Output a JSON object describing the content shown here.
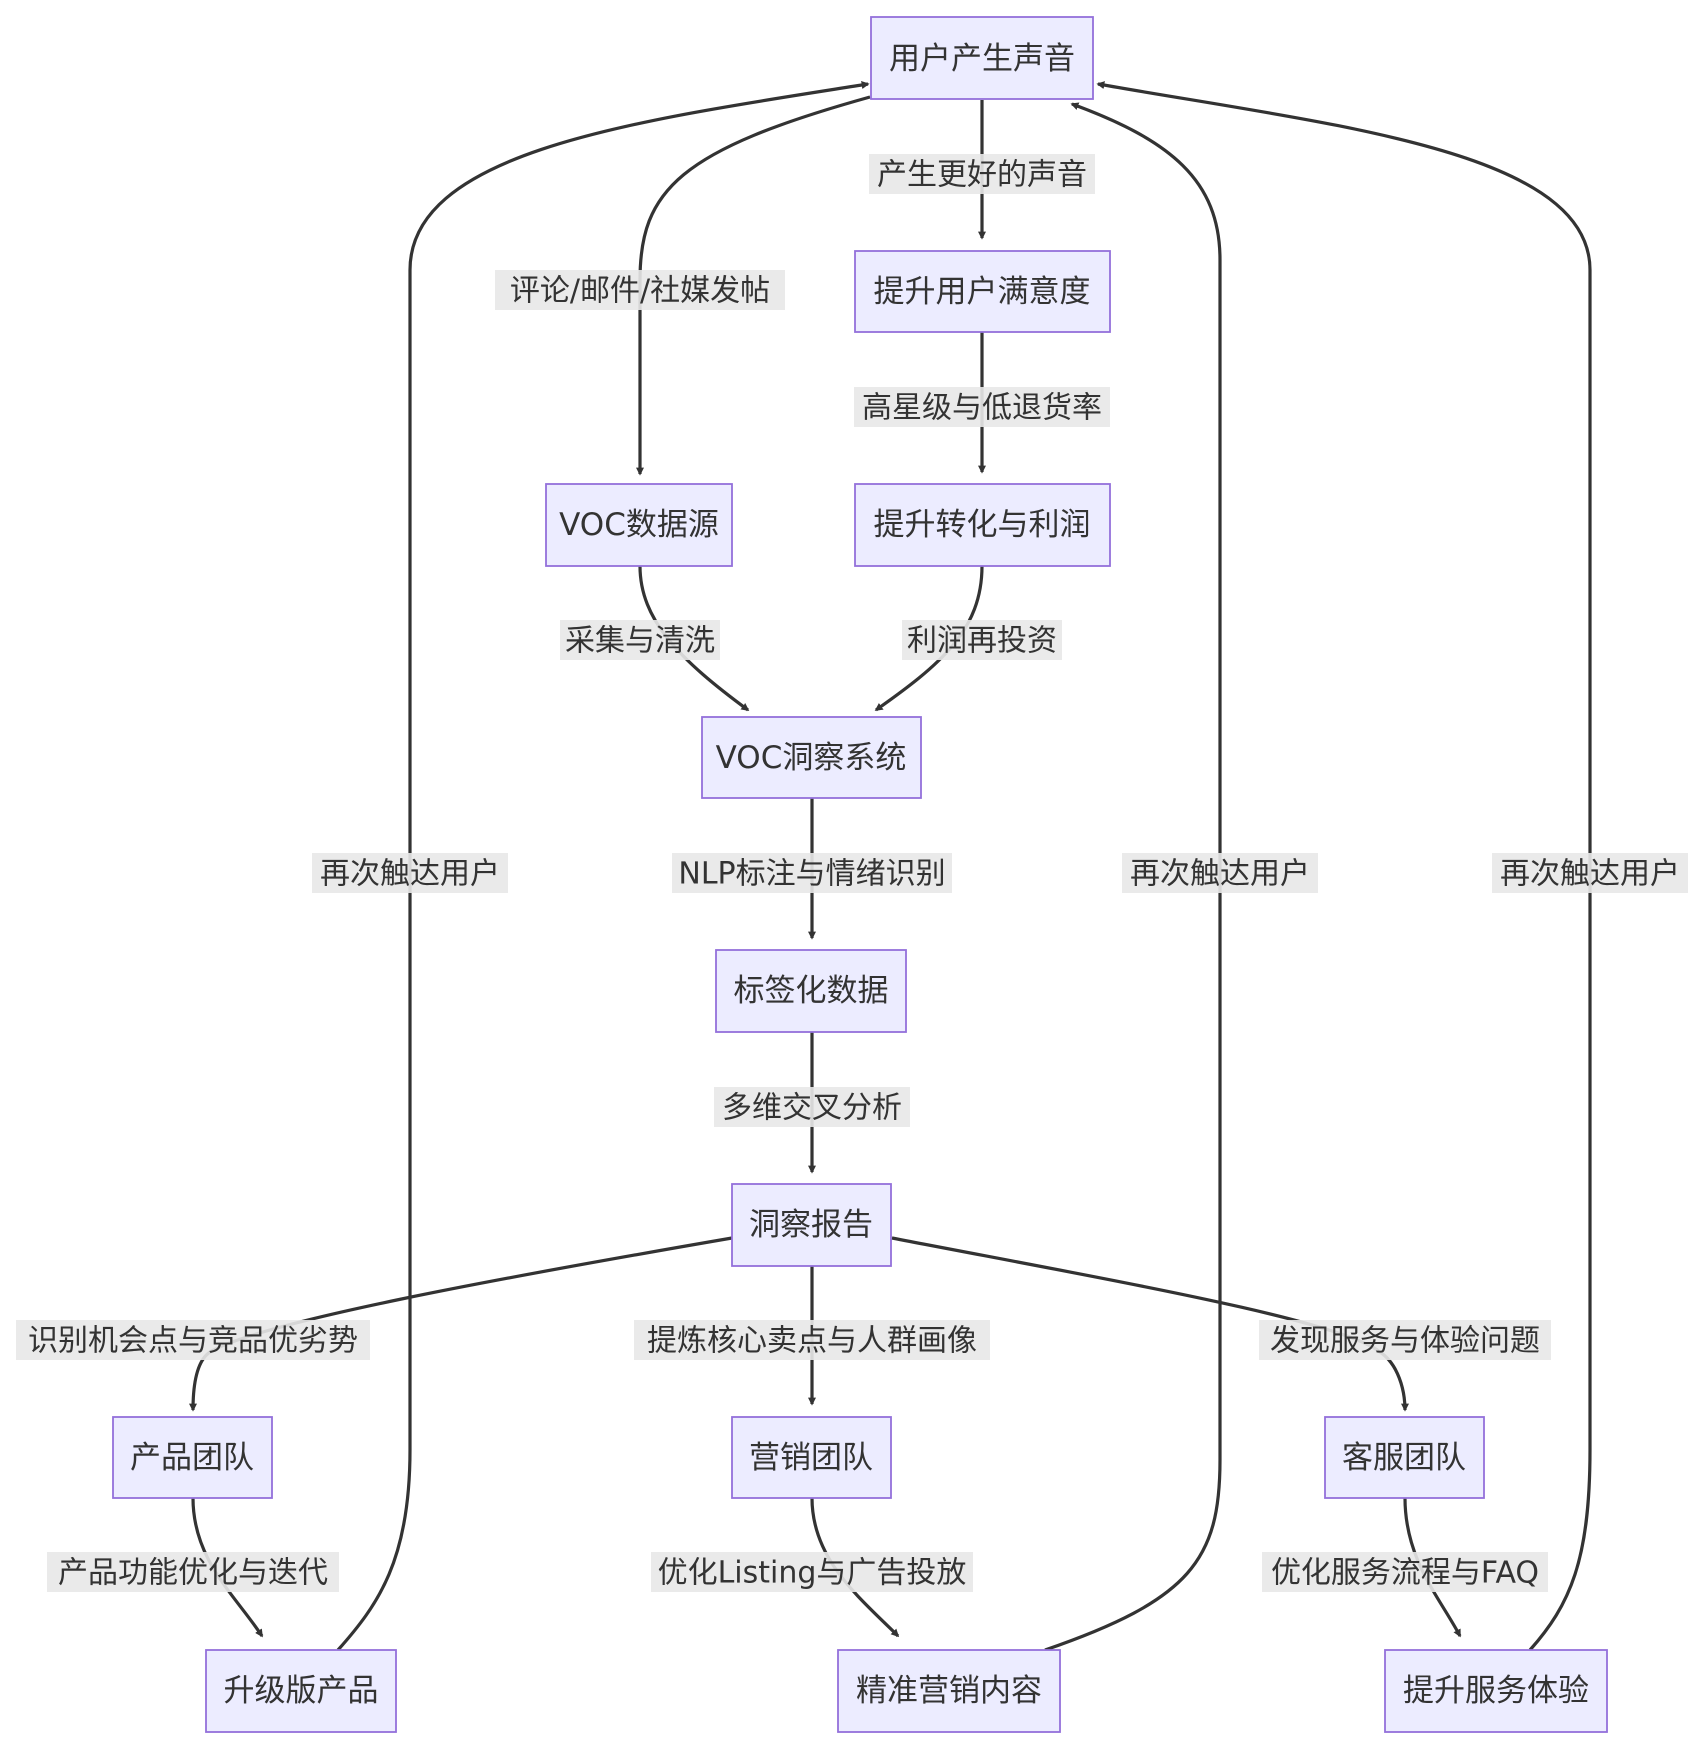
{
  "nodes": {
    "voice": "用户产生声音",
    "satisfaction": "提升用户满意度",
    "voc_source": "VOC数据源",
    "conversion": "提升转化与利润",
    "voc_system": "VOC洞察系统",
    "tagged_data": "标签化数据",
    "report": "洞察报告",
    "product_team": "产品团队",
    "marketing_team": "营销团队",
    "service_team": "客服团队",
    "upgraded_product": "升级版产品",
    "precise_marketing": "精准营销内容",
    "service_experience": "提升服务体验"
  },
  "edges": {
    "voice_to_source": "评论/邮件/社媒发帖",
    "voice_to_satisfaction": "产生更好的声音",
    "satisfaction_to_conversion": "高星级与低退货率",
    "source_to_system": "采集与清洗",
    "conversion_to_system": "利润再投资",
    "system_to_tagged": "NLP标注与情绪识别",
    "tagged_to_report": "多维交叉分析",
    "report_to_product": "识别机会点与竞品优劣势",
    "report_to_marketing": "提炼核心卖点与人群画像",
    "report_to_service": "发现服务与体验问题",
    "product_to_upgrade": "产品功能优化与迭代",
    "marketing_to_precise": "优化Listing与广告投放",
    "service_to_experience": "优化服务流程与FAQ",
    "upgrade_to_voice": "再次触达用户",
    "precise_to_voice": "再次触达用户",
    "experience_to_voice": "再次触达用户"
  },
  "colors": {
    "node_fill": "#ECECFF",
    "node_stroke": "#9370DB",
    "edge": "#333333",
    "label_bg": "#e8e8e8",
    "text": "#333333"
  }
}
